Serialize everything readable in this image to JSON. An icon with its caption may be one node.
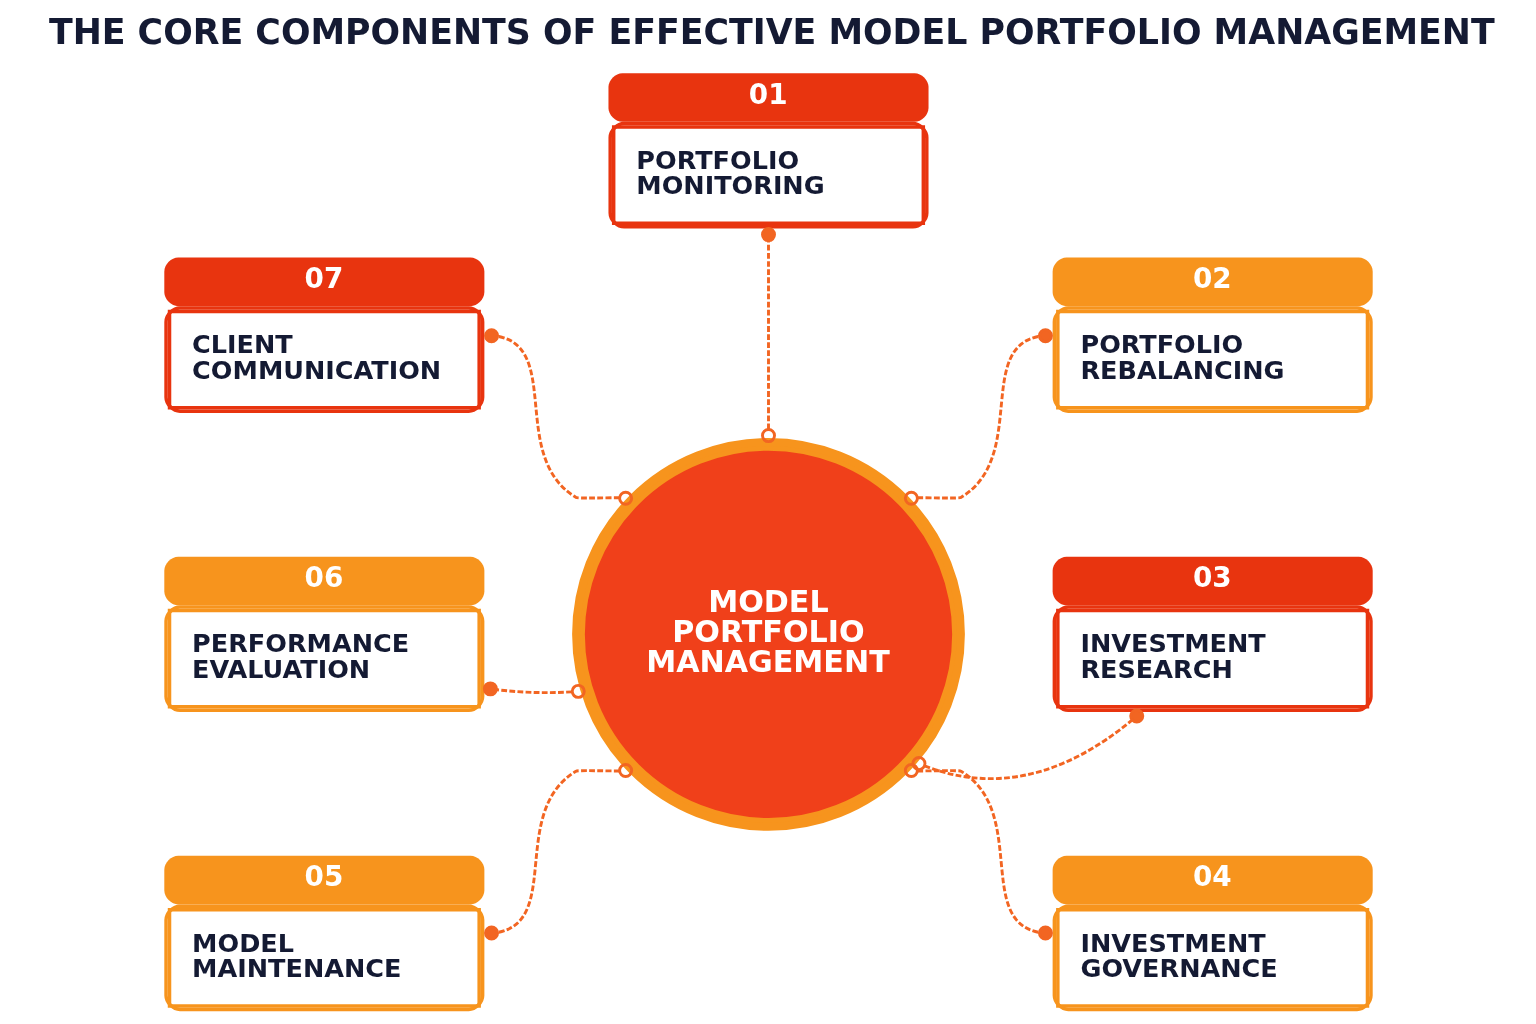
{
  "diagram": {
    "title": "THE CORE COMPONENTS OF EFFECTIVE MODEL PORTFOLIO MANAGEMENT",
    "nodes": [
      {
        "text": [
          "MODEL PORTFOLIO MANAGEMENT"
        ]
      },
      {
        "text": [
          "01",
          "PORTFOLIO MONITORING"
        ]
      },
      {
        "text": [
          "02",
          "PORTFOLIO REBALANCING"
        ]
      },
      {
        "text": [
          "03",
          "INVESTMENT RESEARCH"
        ]
      },
      {
        "text": [
          "04",
          "INVESTMENT GOVERNANCE"
        ]
      },
      {
        "text": [
          "05",
          "MODEL MAINTENANCE"
        ]
      },
      {
        "text": [
          "06",
          "PERFORMANCE EVALUATION"
        ]
      },
      {
        "text": [
          "07",
          "CLIENT COMMUNICATION"
        ]
      }
    ],
    "edges": [
      {
        "from": 0,
        "to": 1,
        "arrow": "other",
        "style": "dashed"
      },
      {
        "from": 0,
        "to": 2,
        "arrow": "other",
        "style": "dashed"
      },
      {
        "from": 0,
        "to": 3,
        "arrow": "other",
        "style": "dashed"
      },
      {
        "from": 0,
        "to": 4,
        "arrow": "other",
        "style": "dashed"
      },
      {
        "from": 0,
        "to": 5,
        "arrow": "other",
        "style": "dashed"
      },
      {
        "from": 0,
        "to": 6,
        "arrow": "other",
        "style": "dashed"
      },
      {
        "from": 0,
        "to": 7,
        "arrow": "other",
        "style": "dashed"
      }
    ]
  }
}
